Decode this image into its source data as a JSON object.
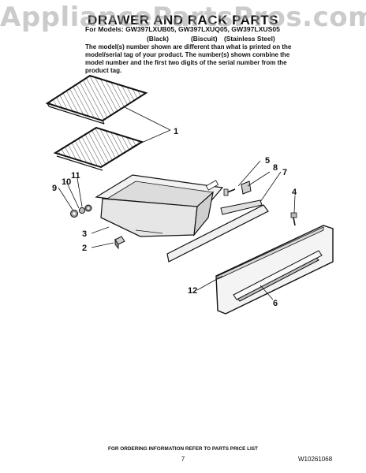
{
  "watermark": "AppliancePartsPros.com",
  "title": "DRAWER AND RACK PARTS",
  "models_line": "For Models: GW397LXUB05, GW397LXUQ05, GW397LXUS05",
  "colors": [
    "(Black)",
    "(Biscuit)",
    "(Stainless Steel)"
  ],
  "notice": "The model(s) number shown are different than what is printed on the model/serial tag of your product. The number(s) shown combine the model number and the first two digits of the serial number from the product tag.",
  "callouts": [
    "1",
    "2",
    "3",
    "4",
    "5",
    "6",
    "7",
    "8",
    "9",
    "10",
    "11",
    "12"
  ],
  "footer": {
    "instructions": "FOR ORDERING INFORMATION REFER TO PARTS PRICE LIST",
    "page_number": "7",
    "doc_number": "W10261068"
  },
  "colors_hex": {
    "ink": "#111111",
    "watermark": "#a0a0a0",
    "part_fill": "#f2f2f2",
    "shade": "#cfcfcf"
  }
}
